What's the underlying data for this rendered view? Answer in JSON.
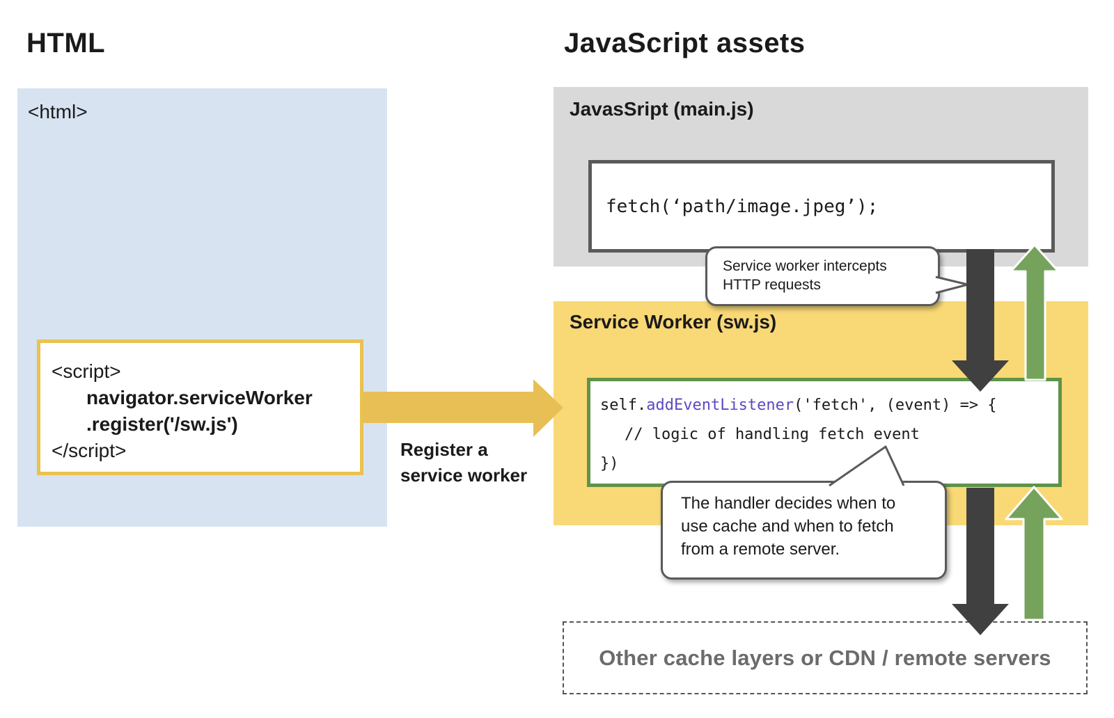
{
  "left_panel": {
    "title": "HTML",
    "html_tag": "<html>",
    "script_box": {
      "open_tag": "<script>",
      "code_line1": "navigator.serviceWorker",
      "code_line2": ".register('/sw.js')",
      "close_tag": "</script>"
    }
  },
  "register_label": {
    "line1": "Register a",
    "line2": "service worker"
  },
  "right_panel": {
    "title": "JavaScript assets",
    "main_js": {
      "label": "JavasSript (main.js)",
      "code": "fetch(‘path/image.jpeg’);"
    },
    "service_worker": {
      "label": "Service Worker (sw.js)",
      "code": {
        "l1_a": "self.",
        "l1_b": "addEventListener",
        "l1_c": "('fetch', (event) => {",
        "l2": "// logic of handling fetch event",
        "l3": "})"
      }
    },
    "remote": {
      "label": "Other cache layers or CDN / remote servers"
    },
    "callout_intercept": {
      "line1": "Service worker intercepts",
      "line2": "HTTP requests"
    },
    "callout_handler": {
      "line1": "The handler decides when to",
      "line2": "use cache and when to fetch",
      "line3": "from a remote server."
    }
  },
  "colors": {
    "html_panel_bg": "#d7e3f1",
    "mainjs_panel_bg": "#d9d9d9",
    "sw_panel_bg": "#f9d876",
    "accent_yellow": "#e7bf55",
    "yellow_border": "#eac24e",
    "arrow_dark": "#404040",
    "arrow_green": "#76a35c",
    "green_border": "#5f9349",
    "code_highlight": "#5b48c2",
    "muted_text": "#6b6b6b"
  }
}
